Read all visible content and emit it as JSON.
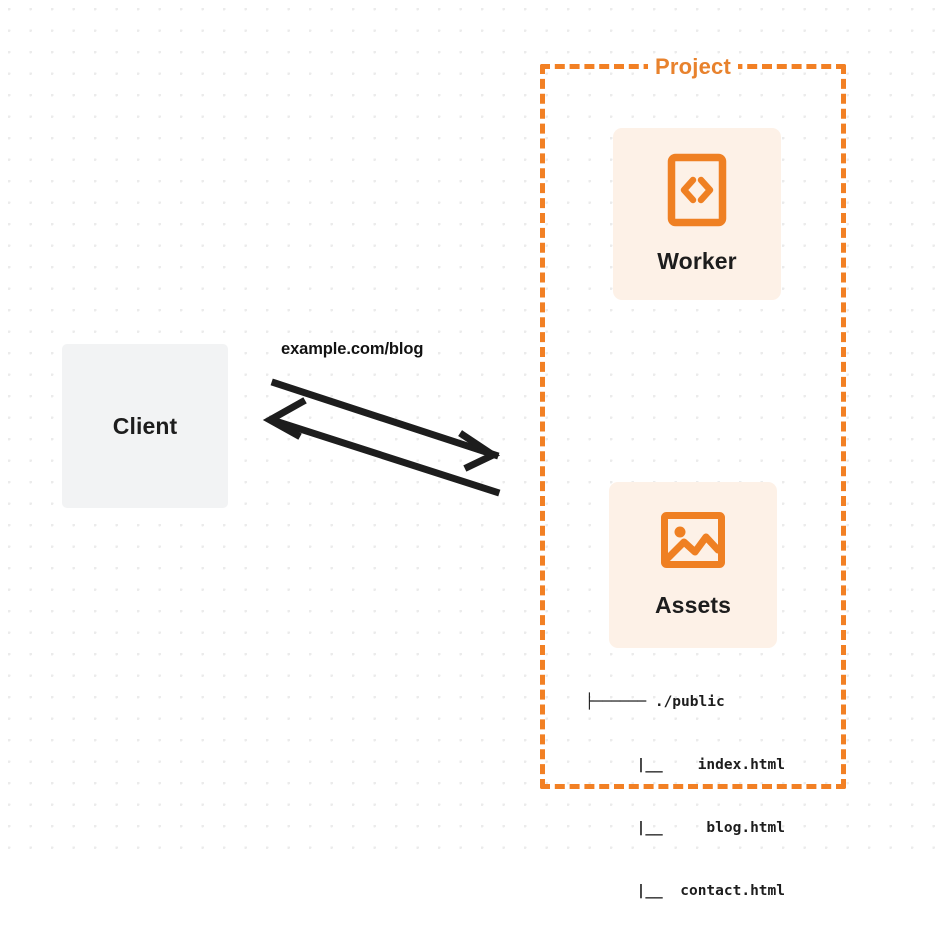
{
  "diagram": {
    "client": {
      "label": "Client"
    },
    "connector": {
      "label": "example.com/blog",
      "request_direction": "right",
      "response_direction": "left"
    },
    "project": {
      "title": "Project",
      "border_color": "#f28024",
      "title_color": "#e8822d",
      "services": [
        {
          "id": "worker",
          "label": "Worker",
          "icon": "code-brackets-icon",
          "card_color": "#fdf1e7",
          "icon_color": "#ef8023"
        },
        {
          "id": "assets",
          "label": "Assets",
          "icon": "image-icon",
          "card_color": "#fdf1e7",
          "icon_color": "#ef8023"
        }
      ],
      "file_tree": [
        "├────── ./public",
        "|__    index.html",
        "|__     blog.html",
        "|__  contact.html"
      ]
    }
  }
}
